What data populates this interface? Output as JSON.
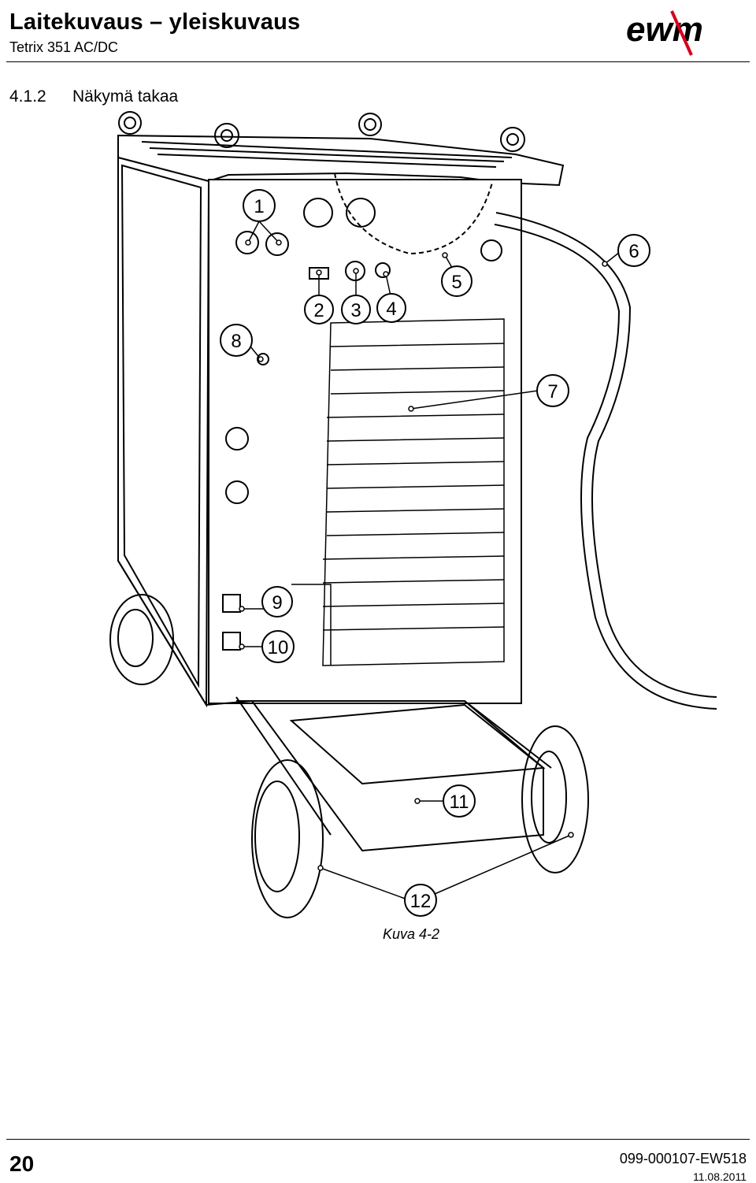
{
  "header": {
    "title": "Laitekuvaus – yleiskuvaus",
    "subtitle": "Tetrix 351 AC/DC",
    "logo_text": "ewm"
  },
  "section": {
    "number": "4.1.2",
    "title": "Näkymä takaa"
  },
  "figure": {
    "callouts": [
      "1",
      "2",
      "3",
      "4",
      "5",
      "6",
      "7",
      "8",
      "9",
      "10",
      "11",
      "12"
    ],
    "caption": "Kuva 4-2"
  },
  "footer": {
    "page_number": "20",
    "document_number": "099-000107-EW518",
    "date": "11.08.2011"
  },
  "colors": {
    "line": "#000000",
    "fill": "#ffffff",
    "accent": "#d6001c"
  }
}
